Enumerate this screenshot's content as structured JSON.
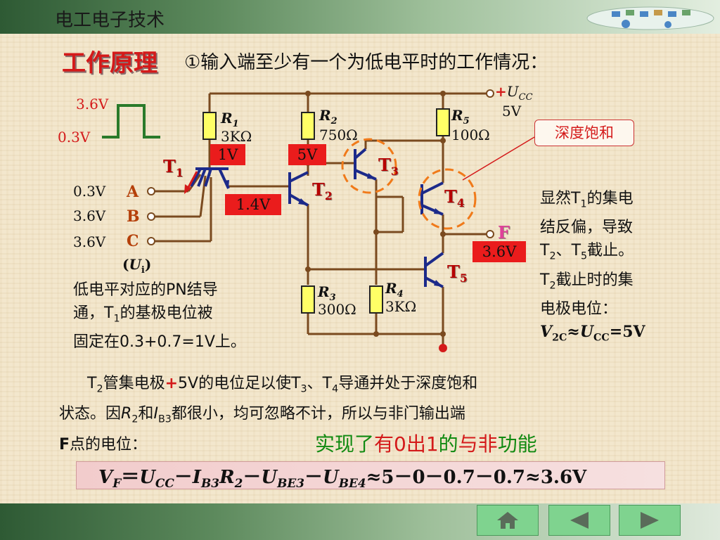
{
  "header": {
    "course_title": "电工电子技术"
  },
  "section": {
    "title": "工作原理",
    "heading": "①输入端至少有一个为低电平时的工作情况："
  },
  "waveform": {
    "high": "3.6V",
    "low": "0.3V"
  },
  "supply": {
    "label_u": "U",
    "label_sub": "CC",
    "value": "5V",
    "plus": "+"
  },
  "resistors": [
    {
      "name": "R",
      "sub": "1",
      "value": "3KΩ"
    },
    {
      "name": "R",
      "sub": "2",
      "value": "750Ω"
    },
    {
      "name": "R",
      "sub": "5",
      "value": "100Ω"
    },
    {
      "name": "R",
      "sub": "3",
      "value": "300Ω"
    },
    {
      "name": "R",
      "sub": "4",
      "value": "3KΩ"
    }
  ],
  "transistors": [
    {
      "name": "T",
      "sub": "1"
    },
    {
      "name": "T",
      "sub": "2"
    },
    {
      "name": "T",
      "sub": "3"
    },
    {
      "name": "T",
      "sub": "4"
    },
    {
      "name": "T",
      "sub": "5"
    }
  ],
  "voltages": {
    "t1_base": "1V",
    "r2_bottom": "5V",
    "t2_base": "1.4V",
    "output": "3.6V"
  },
  "inputs": [
    {
      "name": "A",
      "voltage": "0.3V"
    },
    {
      "name": "B",
      "voltage": "3.6V"
    },
    {
      "name": "C",
      "voltage": "3.6V"
    }
  ],
  "ui_label": {
    "paren_open": "(",
    "u": "U",
    "sub": "i",
    "paren_close": ")"
  },
  "output": {
    "name": "F"
  },
  "callout": {
    "text": "深度饱和"
  },
  "left_note": {
    "line1": "低电平对应的PN结导",
    "line2a": "通，T",
    "line2sub": "1",
    "line2b": "的基极电位被",
    "line3": "固定在0.3+0.7=1V上。"
  },
  "right_note": {
    "l1a": "显然T",
    "l1sub": "1",
    "l1b": "的集电",
    "l2": "结反偏，导致",
    "l3a": "T",
    "l3sub1": "2",
    "l3b": "、T",
    "l3sub2": "5",
    "l3c": "截止。",
    "l4a": "T",
    "l4sub": "2",
    "l4b": "截止时的集",
    "l5": "电极电位：",
    "l6v": "V",
    "l6vsub": "2C",
    "l6approx": "≈",
    "l6u": "U",
    "l6usub": "CC",
    "l6val": "=5V"
  },
  "bottom_text": {
    "p1a": "T",
    "p1sub": "2",
    "p1b": "管集电极",
    "p1plus": "+",
    "p1c": "5V的电位足以使T",
    "p1sub2": "3",
    "p1d": "、T",
    "p1sub3": "4",
    "p1e": "导通并处于深度饱和",
    "p2a": "状态。因",
    "p2r": "R",
    "p2rsub": "2",
    "p2b": "和",
    "p2i": "I",
    "p2isub": "B3",
    "p2c": "都很小，均可忽略不计，所以与非门输出端",
    "p3a": "F",
    "p3b": "点的电位："
  },
  "summary": {
    "s1": "实现了",
    "s2": "有0出1",
    "s3": "的",
    "s4": "与非",
    "s5": "功能"
  },
  "formula": {
    "vf": "V",
    "vfsub": "F",
    "eq": "＝",
    "ucc": "U",
    "uccsub": "CC",
    "m1": "－",
    "ib3": "I",
    "ib3sub": "B3",
    "r2": "R",
    "r2sub": "2",
    "m2": "－",
    "ube3": "U",
    "ube3sub": "BE3",
    "m3": "－",
    "ube4": "U",
    "ube4sub": "BE4",
    "tail": "≈5－0－0.7－0.7≈3.6V"
  },
  "colors": {
    "accent": "#d41a1a",
    "wire": "#7a4a1f",
    "green_text": "#118a11",
    "transistor": "#1c2a8a"
  },
  "nav": {
    "icons": [
      "home-icon",
      "prev-arrow-icon",
      "next-arrow-icon"
    ]
  }
}
